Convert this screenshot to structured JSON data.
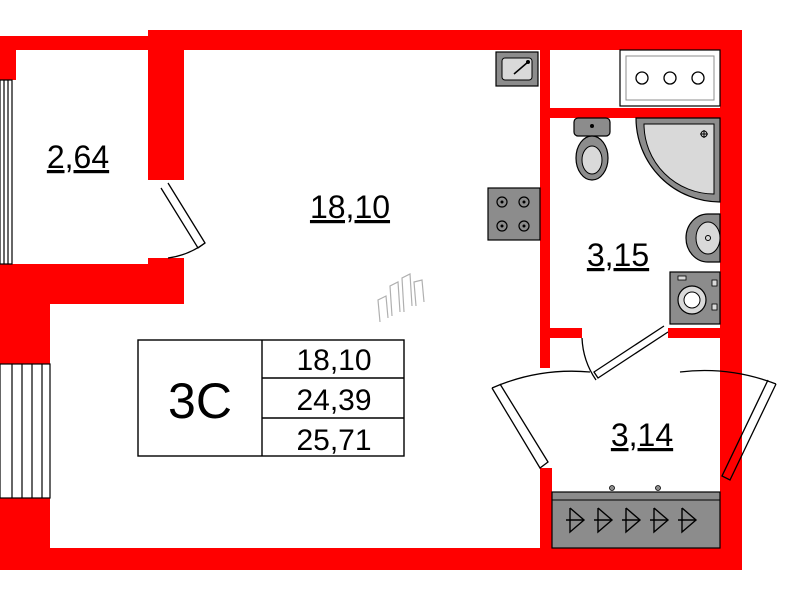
{
  "rooms": {
    "balcony_area": "2,64",
    "living_area": "18,10",
    "bathroom_area": "3,15",
    "hall_area": "3,14"
  },
  "info_box": {
    "type": "3С",
    "living_area": "18,10",
    "total_area": "24,39",
    "total_with_balcony": "25,71"
  },
  "colors": {
    "wall": "#ff0000",
    "fixture": "#8c8c8c",
    "fixture_light": "#d9d9d9",
    "line": "#000000"
  },
  "icons": [
    "sink-icon",
    "stove-icon",
    "toilet-icon",
    "shower-icon",
    "washbasin-icon",
    "washing-machine-icon",
    "kitchen-cabinet-icon",
    "wardrobe-icon",
    "hanger-icon",
    "compass-mark-icon"
  ]
}
